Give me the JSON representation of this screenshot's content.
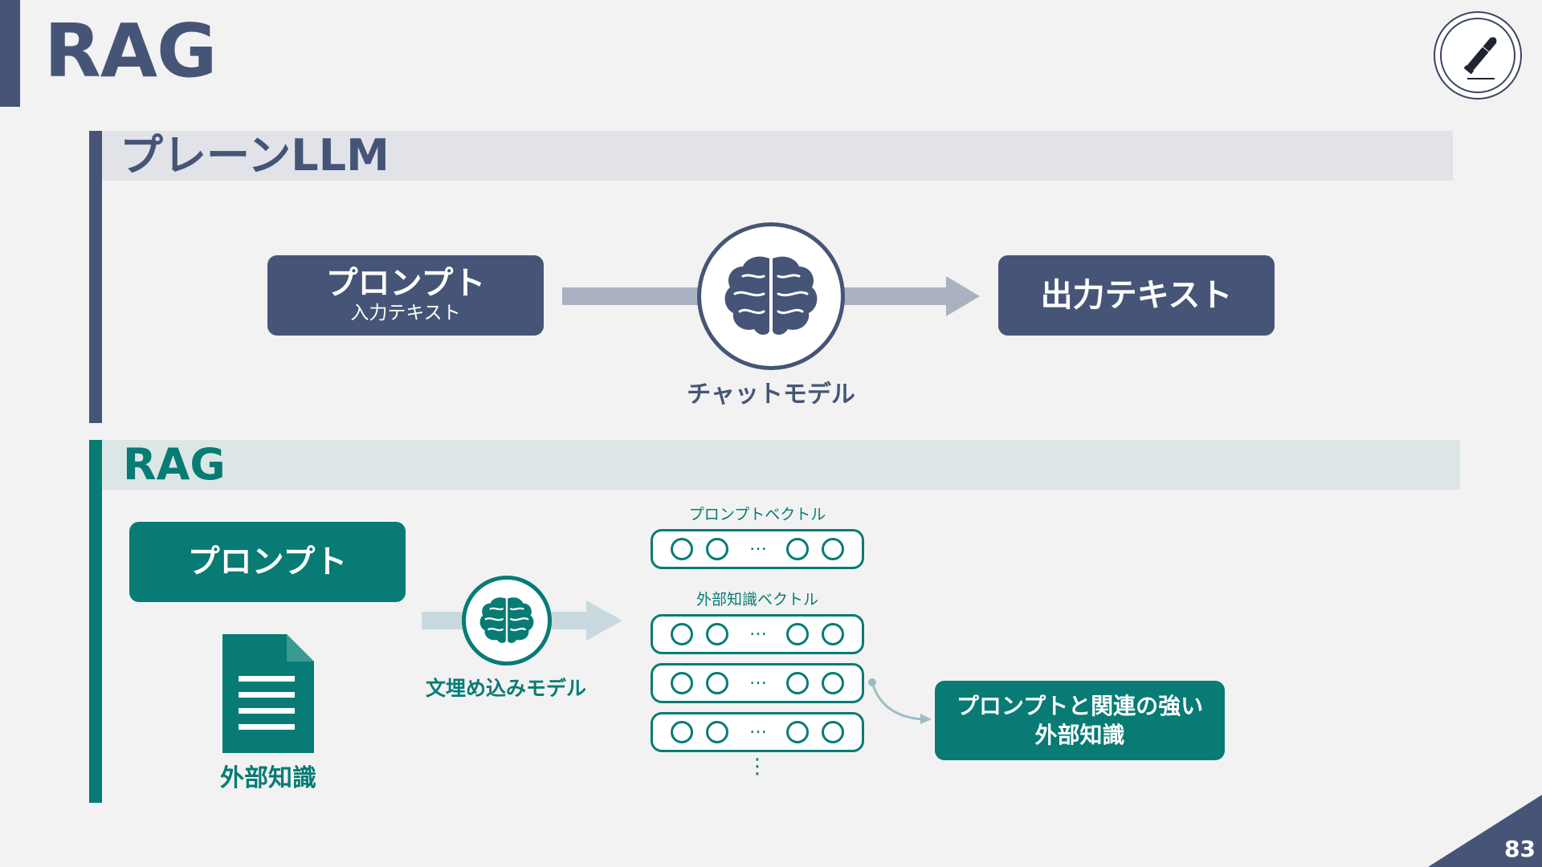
{
  "page": {
    "title": "RAG",
    "page_number": "83"
  },
  "plain": {
    "heading": "プレーンLLM",
    "prompt_title": "プロンプト",
    "prompt_sub": "入力テキスト",
    "model_label": "チャットモデル",
    "output_label": "出力テキスト"
  },
  "rag": {
    "heading": "RAG",
    "prompt_label": "プロンプト",
    "doc_label": "外部知識",
    "embed_label": "文埋め込みモデル",
    "prompt_vec_label": "プロンプトベクトル",
    "knowledge_vec_label": "外部知識ベクトル",
    "vector_dots": "…",
    "more_dots": "⋮",
    "result_label": "プロンプトと関連の強い\n外部知識"
  },
  "colors": {
    "navy": "#465577",
    "teal": "#077b74",
    "navy_light": "#e1e3e8",
    "teal_light": "#dde6e6"
  }
}
